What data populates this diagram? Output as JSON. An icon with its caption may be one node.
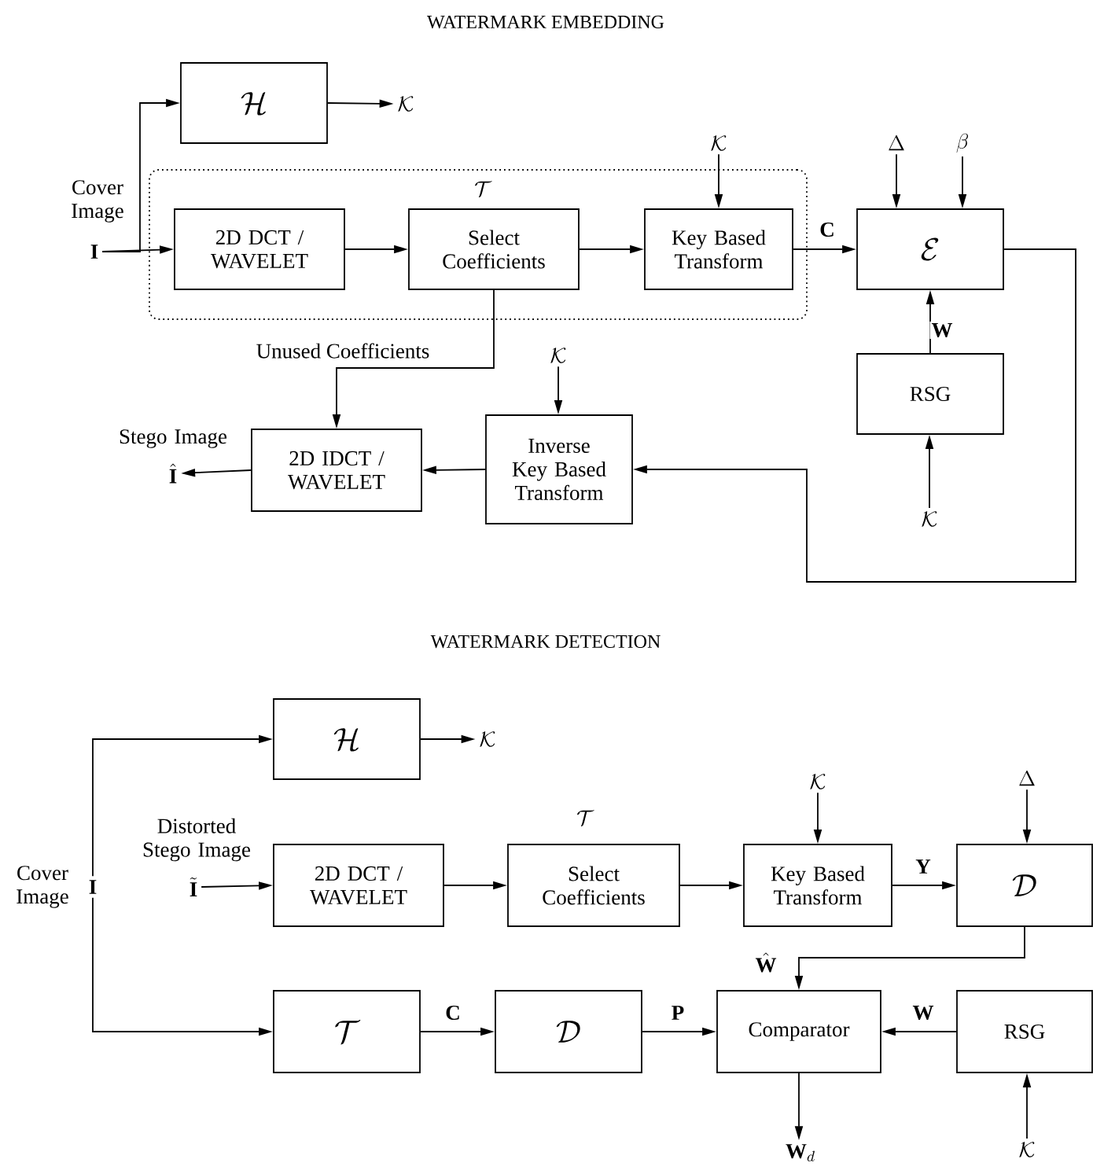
{
  "diagram": {
    "title": "WATERMARK EMBEDDING",
    "nodes": [
      {
        "text": [
          "\\mathcal{H}"
        ]
      },
      {
        "text": [
          "\\mathcal{K}"
        ]
      },
      {
        "text": [
          "\\mathbf{I}"
        ],
        "beside": [
          "Cover Image"
        ]
      },
      {
        "text": [
          "\\mathcal{T}"
        ]
      },
      {
        "text": [
          "2D DCT / WAVELET"
        ],
        "in": 3
      },
      {
        "text": [
          "Select Coefficients"
        ],
        "in": 3
      },
      {
        "text": [
          "Key Based Transform"
        ],
        "in": 3
      },
      {
        "text": [
          "\\mathcal{K}"
        ]
      },
      {
        "text": [
          "\\mathcal{E}"
        ]
      },
      {
        "text": [
          "\\Delta"
        ]
      },
      {
        "text": [
          "\\beta"
        ]
      },
      {
        "text": [
          "RSG"
        ]
      },
      {
        "text": [
          "\\mathcal{K}"
        ]
      },
      {
        "text": [
          "2D IDCT / WAVELET"
        ]
      },
      {
        "text": [
          "Inverse Key Based Transform"
        ]
      },
      {
        "text": [
          "\\mathcal{K}"
        ]
      },
      {
        "text": [
          "\\hat{\\mathbf{I}}"
        ],
        "beside": [
          "Stego Image"
        ]
      },
      {
        "text": [
          "\\mathcal{H}"
        ]
      },
      {
        "text": [
          "\\mathcal{K}"
        ]
      },
      {
        "text": [
          "\\mathbf{I}"
        ],
        "beside": [
          "Cover Image"
        ]
      },
      {
        "text": [
          "\\tilde{\\mathbf{I}}"
        ],
        "beside": [
          "Distorted Stego Image"
        ]
      },
      {
        "text": [
          "2D DCT / WAVELET"
        ]
      },
      {
        "text": [
          "\\mathcal{T}",
          "Select Coefficients"
        ]
      },
      {
        "text": [
          "\\mathcal{K}"
        ]
      },
      {
        "text": [
          "Key Based Transform"
        ]
      },
      {
        "text": [
          "\\mathcal{D}"
        ]
      },
      {
        "text": [
          "\\Delta"
        ]
      },
      {
        "text": [
          "\\mathcal{T}"
        ]
      },
      {
        "text": [
          "\\mathcal{D}"
        ]
      },
      {
        "text": [
          "Comparator"
        ]
      },
      {
        "text": [
          "RSG"
        ]
      },
      {
        "text": [
          "\\mathbf{W}_d"
        ]
      },
      {
        "text": [
          "\\mathcal{K}"
        ]
      }
    ],
    "edges": [
      {
        "from": 2,
        "to": 0,
        "arrow": "to"
      },
      {
        "from": 2,
        "to": 4,
        "arrow": "to"
      },
      {
        "from": 0,
        "to": 1,
        "arrow": "to"
      },
      {
        "from": 4,
        "to": 5,
        "arrow": "to"
      },
      {
        "from": 5,
        "to": 6,
        "arrow": "to"
      },
      {
        "from": 7,
        "to": 6,
        "arrow": "to"
      },
      {
        "from": 6,
        "to": 8,
        "arrow": "to",
        "label": "\\mathbf{C}"
      },
      {
        "from": 9,
        "to": 8,
        "arrow": "to"
      },
      {
        "from": 10,
        "to": 8,
        "arrow": "to"
      },
      {
        "from": 11,
        "to": 8,
        "arrow": "to",
        "label": "\\mathbf{W}"
      },
      {
        "from": 12,
        "to": 11,
        "arrow": "to"
      },
      {
        "from": 5,
        "to": 13,
        "arrow": "to",
        "label": "Unused Coefficients"
      },
      {
        "from": 15,
        "to": 14,
        "arrow": "to"
      },
      {
        "from": 8,
        "to": 14,
        "arrow": "to"
      },
      {
        "from": 14,
        "to": 13,
        "arrow": "to"
      },
      {
        "from": 13,
        "to": 16,
        "arrow": "to"
      },
      {
        "from": 19,
        "to": 17,
        "arrow": "to"
      },
      {
        "from": 19,
        "to": 27,
        "arrow": "to"
      },
      {
        "from": 17,
        "to": 18,
        "arrow": "to"
      },
      {
        "from": 20,
        "to": 21,
        "arrow": "to"
      },
      {
        "from": 21,
        "to": 22,
        "arrow": "to"
      },
      {
        "from": 22,
        "to": 24,
        "arrow": "to"
      },
      {
        "from": 23,
        "to": 24,
        "arrow": "to"
      },
      {
        "from": 24,
        "to": 25,
        "arrow": "to",
        "label": "\\mathbf{Y}"
      },
      {
        "from": 26,
        "to": 25,
        "arrow": "to"
      },
      {
        "from": 25,
        "to": 29,
        "arrow": "to",
        "label": "\\hat{\\mathbf{W}}"
      },
      {
        "from": 27,
        "to": 28,
        "arrow": "to",
        "label": "\\mathbf{C}"
      },
      {
        "from": 28,
        "to": 29,
        "arrow": "to",
        "label": "\\mathbf{P}"
      },
      {
        "from": 30,
        "to": 29,
        "arrow": "to",
        "label": "\\mathbf{W}"
      },
      {
        "from": 32,
        "to": 30,
        "arrow": "to"
      },
      {
        "from": 29,
        "to": 31,
        "arrow": "to"
      }
    ],
    "labels": [
      "WATERMARK DETECTION"
    ]
  }
}
